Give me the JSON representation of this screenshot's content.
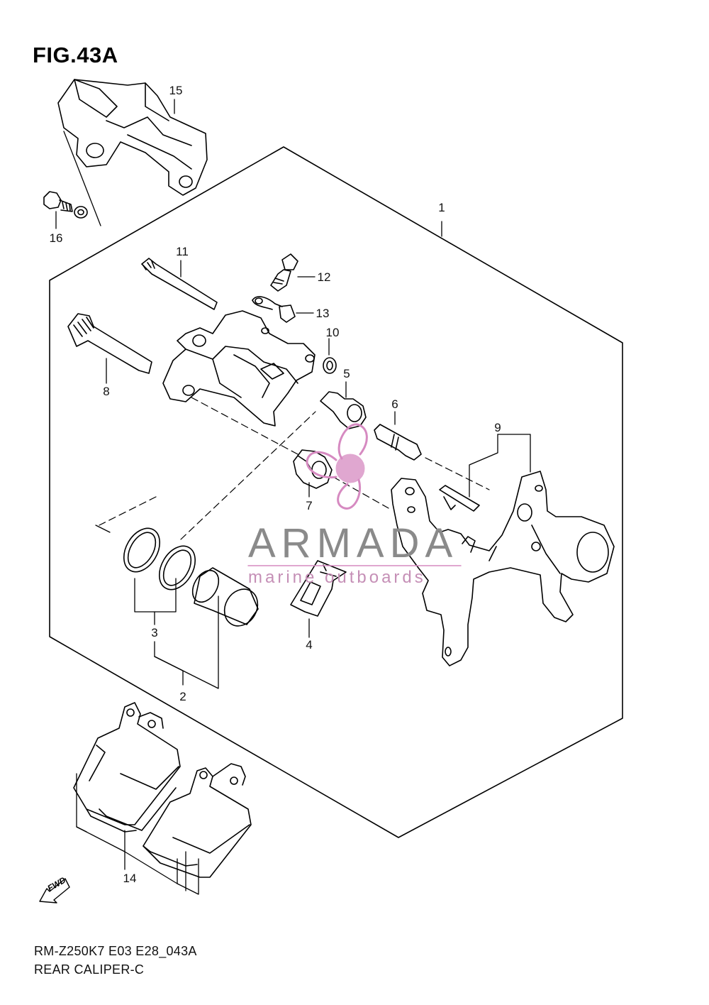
{
  "figure": {
    "title": "FIG.43A"
  },
  "callouts": {
    "c1": "1",
    "c2": "2",
    "c3": "3",
    "c4": "4",
    "c5": "5",
    "c6": "6",
    "c7": "7",
    "c8": "8",
    "c9": "9",
    "c10": "10",
    "c11": "11",
    "c12": "12",
    "c13": "13",
    "c14": "14",
    "c15": "15",
    "c16": "16"
  },
  "footer": {
    "model_code": "RM-Z250K7 E03 E28_043A",
    "caption": "REAR CALIPER-C"
  },
  "watermark": {
    "brand": "ARMADA",
    "tagline": "marine outboards",
    "brand_color": "#8a8a8a",
    "accent_color": "#d68ac1"
  },
  "direction_marker": {
    "label": "FWD"
  },
  "colors": {
    "line": "#000000",
    "background": "#ffffff"
  }
}
